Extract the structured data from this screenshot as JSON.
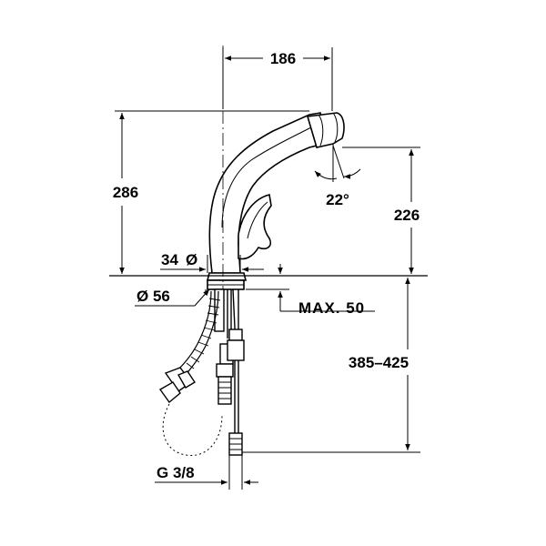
{
  "dimensions": {
    "spout_reach": "186",
    "total_height": "286",
    "outlet_height": "226",
    "swivel_angle": "22°",
    "body_diameter": "34",
    "body_diameter_symbol": "Ø",
    "base_diameter": "Ø 56",
    "max_countertop": "MAX. 50",
    "hose_length": "385–425",
    "connection_thread": "G 3/8"
  },
  "colors": {
    "line": "#000000",
    "background": "#ffffff"
  }
}
